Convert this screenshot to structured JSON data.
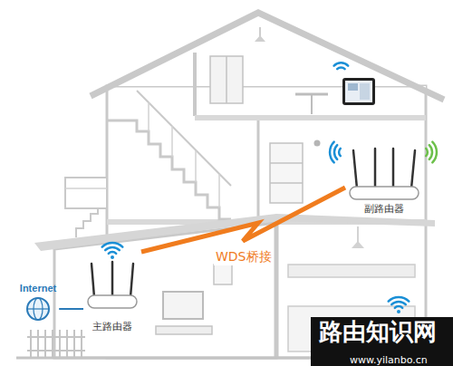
{
  "diagram": {
    "nodes": [
      {
        "text": [
          "副路由器"
        ]
      },
      {
        "text": [
          "Internet"
        ]
      },
      {
        "text": [
          "主路由器"
        ]
      }
    ],
    "edges": [
      {
        "from": 1,
        "to": 2,
        "arrow": "none"
      },
      {
        "from": 2,
        "to": 0,
        "label": "WDS桥接",
        "arrow": "none"
      }
    ],
    "labels": [
      "路由知识网",
      "www.yilanbo.cn"
    ]
  }
}
